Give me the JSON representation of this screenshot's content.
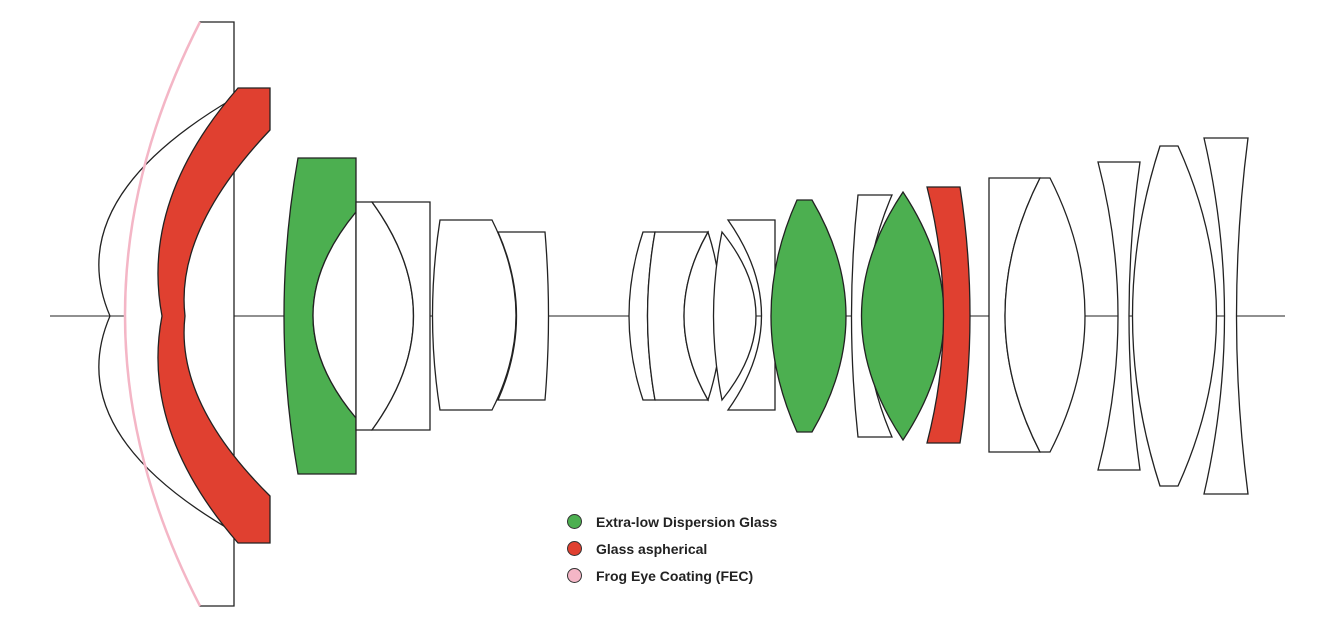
{
  "colors": {
    "ed_glass": "#4caf50",
    "asphere": "#e04030",
    "fec": "#f4b6c6",
    "outline": "#222222",
    "background": "#ffffff"
  },
  "legend": [
    {
      "label": "Extra-low Dispersion Glass",
      "color": "#4caf50"
    },
    {
      "label": "Glass aspherical",
      "color": "#e04030"
    },
    {
      "label": "Frog Eye Coating (FEC)",
      "color": "#f4b6c6"
    }
  ]
}
